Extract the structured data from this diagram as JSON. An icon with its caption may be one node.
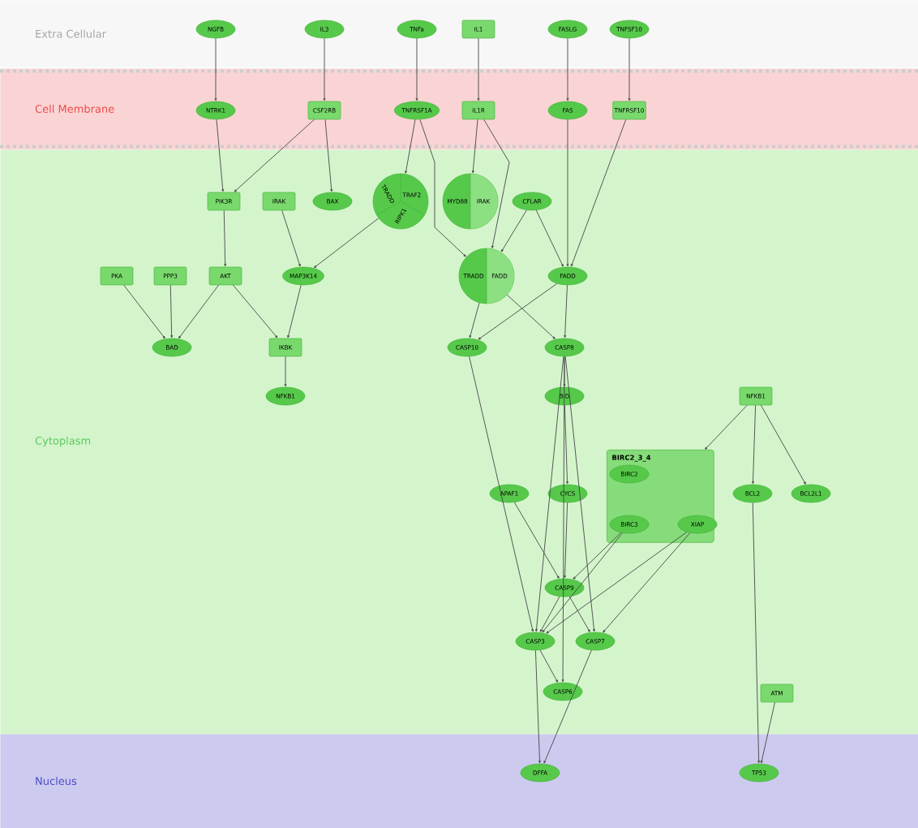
{
  "diagram": {
    "nodes": [
      {
        "text": [
          "Extra Cellular"
        ]
      },
      {
        "text": [
          "Cell Membrane"
        ]
      },
      {
        "text": [
          "Cytoplasm"
        ]
      },
      {
        "text": [
          "Nucleus"
        ]
      },
      {
        "text": [
          "NGFB"
        ],
        "in": 0
      },
      {
        "text": [
          "IL3"
        ],
        "in": 0
      },
      {
        "text": [
          "TNFa"
        ],
        "in": 0
      },
      {
        "text": [
          "IL1"
        ],
        "in": 0
      },
      {
        "text": [
          "FASLG"
        ],
        "in": 0
      },
      {
        "text": [
          "TNFSF10"
        ],
        "in": 0
      },
      {
        "text": [
          "NTRK1"
        ],
        "in": 1
      },
      {
        "text": [
          "CSF2RB"
        ],
        "in": 1
      },
      {
        "text": [
          "TNFRSF1A"
        ],
        "in": 1
      },
      {
        "text": [
          "IL1R"
        ],
        "in": 1
      },
      {
        "text": [
          "FAS"
        ],
        "in": 1
      },
      {
        "text": [
          "TNFRSF10"
        ],
        "in": 1
      },
      {
        "text": [
          "PIK3R"
        ],
        "in": 2
      },
      {
        "text": [
          "IRAK"
        ],
        "in": 2
      },
      {
        "text": [
          "BAX"
        ],
        "in": 2
      },
      {
        "text": [
          "TRADD",
          "RIPK1",
          "TRAF2"
        ],
        "in": 2
      },
      {
        "text": [
          "MYD88",
          "IRAK"
        ],
        "in": 2
      },
      {
        "text": [
          "CFLAR"
        ],
        "in": 2
      },
      {
        "text": [
          "PKA"
        ],
        "in": 2
      },
      {
        "text": [
          "PPP3"
        ],
        "in": 2
      },
      {
        "text": [
          "AKT"
        ],
        "in": 2
      },
      {
        "text": [
          "MAP3K14"
        ],
        "in": 2
      },
      {
        "text": [
          "TRADD",
          "FADD"
        ],
        "in": 2
      },
      {
        "text": [
          "FADD"
        ],
        "in": 2
      },
      {
        "text": [
          "BAD"
        ],
        "in": 2
      },
      {
        "text": [
          "IKBK"
        ],
        "in": 2
      },
      {
        "text": [
          "CASP10"
        ],
        "in": 2
      },
      {
        "text": [
          "CASP8"
        ],
        "in": 2
      },
      {
        "text": [
          "NFKB1"
        ],
        "in": 2
      },
      {
        "text": [
          "BID"
        ],
        "in": 2
      },
      {
        "text": [
          "NFKB1"
        ],
        "in": 2
      },
      {
        "text": [
          "BIRC2_3_4"
        ],
        "in": 2
      },
      {
        "text": [
          "BIRC2"
        ],
        "in": 35
      },
      {
        "text": [
          "BIRC3"
        ],
        "in": 35
      },
      {
        "text": [
          "XIAP"
        ],
        "in": 35
      },
      {
        "text": [
          "APAF1"
        ],
        "in": 2
      },
      {
        "text": [
          "CYCS"
        ],
        "in": 2
      },
      {
        "text": [
          "BCL2"
        ],
        "in": 2
      },
      {
        "text": [
          "BCL2L1"
        ],
        "in": 2
      },
      {
        "text": [
          "CASP9"
        ],
        "in": 2
      },
      {
        "text": [
          "CASP3"
        ],
        "in": 2
      },
      {
        "text": [
          "CASP7"
        ],
        "in": 2
      },
      {
        "text": [
          "CASP6"
        ],
        "in": 2
      },
      {
        "text": [
          "ATM"
        ],
        "in": 2
      },
      {
        "text": [
          "DFFA"
        ],
        "in": 3
      },
      {
        "text": [
          "TP53"
        ],
        "in": 3
      }
    ],
    "edges": [
      {
        "from": 4,
        "to": 10,
        "arrow": "to"
      },
      {
        "from": 5,
        "to": 11,
        "arrow": "to"
      },
      {
        "from": 6,
        "to": 12,
        "arrow": "to"
      },
      {
        "from": 7,
        "to": 13,
        "arrow": "to"
      },
      {
        "from": 8,
        "to": 14,
        "arrow": "to"
      },
      {
        "from": 9,
        "to": 15,
        "arrow": "to"
      },
      {
        "from": 10,
        "to": 16,
        "arrow": "to"
      },
      {
        "from": 11,
        "to": 16,
        "arrow": "to"
      },
      {
        "from": 11,
        "to": 18,
        "arrow": "to"
      },
      {
        "from": 12,
        "to": 19,
        "arrow": "to"
      },
      {
        "from": 12,
        "to": 26,
        "arrow": "to"
      },
      {
        "from": 13,
        "to": 20,
        "arrow": "to"
      },
      {
        "from": 13,
        "to": 26,
        "arrow": "to"
      },
      {
        "from": 14,
        "to": 27,
        "arrow": "to"
      },
      {
        "from": 15,
        "to": 27,
        "arrow": "to"
      },
      {
        "from": 21,
        "to": 26,
        "arrow": "to"
      },
      {
        "from": 21,
        "to": 27,
        "arrow": "to"
      },
      {
        "from": 16,
        "to": 24,
        "arrow": "to"
      },
      {
        "from": 17,
        "to": 25,
        "arrow": "to"
      },
      {
        "from": 19,
        "to": 25,
        "arrow": "to"
      },
      {
        "from": 22,
        "to": 28,
        "arrow": "to"
      },
      {
        "from": 23,
        "to": 28,
        "arrow": "to"
      },
      {
        "from": 24,
        "to": 28,
        "arrow": "to"
      },
      {
        "from": 24,
        "to": 29,
        "arrow": "to"
      },
      {
        "from": 25,
        "to": 29,
        "arrow": "to"
      },
      {
        "from": 29,
        "to": 32,
        "arrow": "to"
      },
      {
        "from": 26,
        "to": 30,
        "arrow": "to"
      },
      {
        "from": 26,
        "to": 31,
        "arrow": "to"
      },
      {
        "from": 27,
        "to": 30,
        "arrow": "to"
      },
      {
        "from": 27,
        "to": 31,
        "arrow": "to"
      },
      {
        "from": 31,
        "to": 33,
        "arrow": "to"
      },
      {
        "from": 33,
        "to": 40,
        "arrow": "to"
      },
      {
        "from": 30,
        "to": 44,
        "arrow": "to"
      },
      {
        "from": 31,
        "to": 44,
        "arrow": "to"
      },
      {
        "from": 31,
        "to": 45,
        "arrow": "to"
      },
      {
        "from": 34,
        "to": 35,
        "arrow": "to"
      },
      {
        "from": 34,
        "to": 41,
        "arrow": "to"
      },
      {
        "from": 34,
        "to": 42,
        "arrow": "to"
      },
      {
        "from": 39,
        "to": 43,
        "arrow": "to"
      },
      {
        "from": 40,
        "to": 43,
        "arrow": "to"
      },
      {
        "from": 37,
        "to": 43,
        "arrow": "to"
      },
      {
        "from": 37,
        "to": 44,
        "arrow": "to"
      },
      {
        "from": 38,
        "to": 45,
        "arrow": "to"
      },
      {
        "from": 38,
        "to": 44,
        "arrow": "to"
      },
      {
        "from": 43,
        "to": 44,
        "arrow": "to"
      },
      {
        "from": 43,
        "to": 45,
        "arrow": "to"
      },
      {
        "from": 44,
        "to": 46,
        "arrow": "to"
      },
      {
        "from": 44,
        "to": 48,
        "arrow": "to"
      },
      {
        "from": 45,
        "to": 48,
        "arrow": "to"
      },
      {
        "from": 31,
        "to": 46,
        "arrow": "to"
      },
      {
        "from": 41,
        "to": 49,
        "arrow": "to"
      },
      {
        "from": 47,
        "to": 49,
        "arrow": "to"
      }
    ]
  }
}
